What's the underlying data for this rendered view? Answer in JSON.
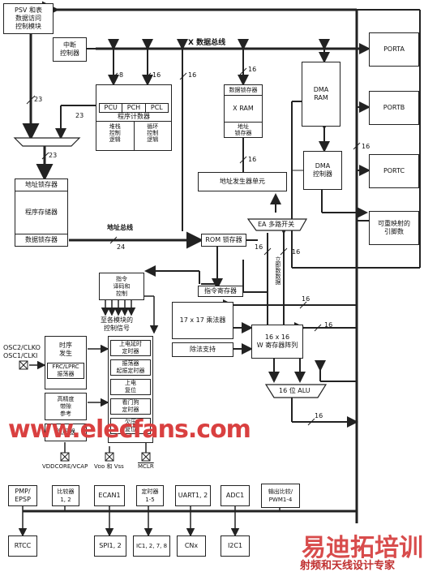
{
  "labels": {
    "psv": "PSV 和表\n数据访问\n控制模块",
    "interrupt": "中断\n控制器",
    "x_bus": "X 数据总线",
    "pcu": "PCU",
    "pch": "PCH",
    "pcl": "PCL",
    "pc_label": "程序计数器",
    "stack": "堆栈\n控制\n逻辑",
    "loop": "循环\n控制\n逻辑",
    "addr_latch": "地址锁存器",
    "prog_mem": "程序存储器",
    "data_latch": "数据锁存器",
    "addr_bus": "地址总线",
    "xram_dl": "数据锁存器",
    "xram": "X RAM",
    "xram_al": "地址\n锁存器",
    "agu": "地址发生器单元",
    "dma_ram": "DMA\nRAM",
    "dma_ctrl": "DMA\n控制器",
    "porta": "PORTA",
    "portb": "PORTB",
    "portc": "PORTC",
    "remap": "可重映射的\n引脚数",
    "ea_mux": "EA 多路开关",
    "rom_latch": "ROM 锁存器",
    "instr_decode": "指令\n译码和\n控制",
    "instr_reg": "指令寄存器",
    "literal": "立即数数据",
    "ctrl_signals": "至各模块的\n控制信号",
    "mult": "17 x 17 乘法器",
    "divide": "除法支持",
    "wreg": "16 x 16\nW 寄存器阵列",
    "alu": "16 位 ALU",
    "osc": "OSC2/CLKO\nOSC1/CLKI",
    "timing": "时序\n发生",
    "frc": "FRC/LPRC\n振荡器",
    "precision": "高精度\n带隙\n参考",
    "vreg": "稳压器",
    "por_timer": "上电延时\n定时器",
    "ost": "振荡器\n起振定时器",
    "por": "上电\n复位",
    "wdt": "看门狗\n定时器",
    "bor": "欠压\n复位",
    "vddcore": "VDDCORE/VCAP",
    "vdd_vss": "Vᴅᴅ 和 Vss",
    "mclr": "MCLR",
    "pmp": "PMP/\nEPSP",
    "comparator": "比较器\n1, 2",
    "ecan": "ECAN1",
    "timers": "定时器\n1-5",
    "uart": "UART1, 2",
    "adc": "ADC1",
    "oc": "输出比较/\nPWM1-4",
    "rtcc": "RTCC",
    "spi": "SPI1, 2",
    "ic": "IC1, 2, 7, 8",
    "cnx": "CNx",
    "i2c": "I2C1"
  },
  "bus_widths": {
    "w8": "8",
    "w16": "16",
    "w23": "23",
    "w24": "24"
  },
  "watermark": {
    "site": "www.elecfans.com",
    "brand": "易迪拓培训",
    "slogan": "射频和天线设计专家"
  }
}
